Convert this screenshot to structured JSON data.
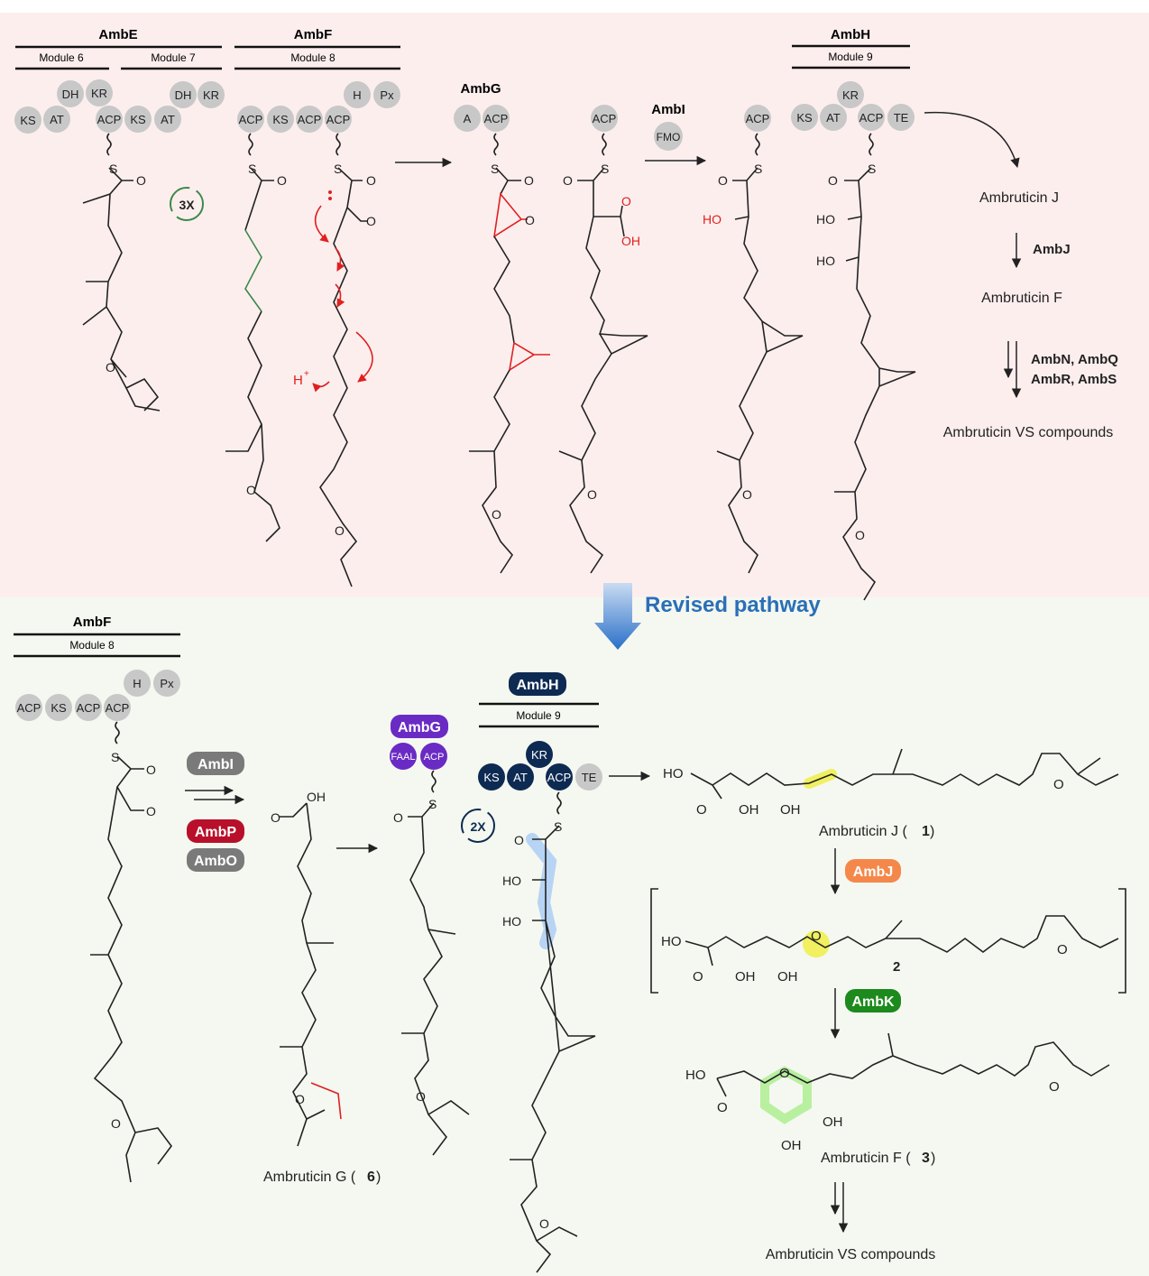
{
  "top": {
    "ambE": {
      "name": "AmbE",
      "module_a": "Module 6",
      "module_b": "Module 7"
    },
    "ambF": {
      "name": "AmbF",
      "module": "Module 8"
    },
    "ambH": {
      "name": "AmbH",
      "module": "Module 9"
    },
    "ambG": {
      "name": "AmbG"
    },
    "ambI": {
      "name": "AmbI",
      "badge": "FMO"
    },
    "iter": "3X",
    "proton": "H",
    "proton_charge": "+",
    "ambruticin_j": "Ambruticin J",
    "ambj": "AmbJ",
    "ambruticin_f": "Ambruticin F",
    "enzymes_line1": "AmbN, AmbQ",
    "enzymes_line2": "AmbR, AmbS",
    "vs": "Ambruticin VS compounds"
  },
  "revised": "Revised pathway",
  "bottom": {
    "ambF": {
      "name": "AmbF",
      "module": "Module 8"
    },
    "ambI": "AmbI",
    "ambP": "AmbP",
    "ambO": "AmbO",
    "ambG": "AmbG",
    "ambH": {
      "name": "AmbH",
      "module": "Module 9"
    },
    "iter": "2X",
    "amb_g_label": "Ambruticin G (",
    "amb_g_num": "6",
    "amb_j_label": "Ambruticin J (",
    "amb_j_num": "1",
    "ambJ": "AmbJ",
    "cmpd2": "2",
    "ambK": "AmbK",
    "amb_f_label": "Ambruticin F (",
    "amb_f_num": "3",
    "vs": "Ambruticin VS compounds"
  },
  "domains": {
    "DH": "DH",
    "KR": "KR",
    "KS": "KS",
    "AT": "AT",
    "ACP": "ACP",
    "H": "H",
    "Px": "Px",
    "A": "A",
    "TE": "TE",
    "FAAL": "FAAL"
  },
  "atoms": {
    "O": "O",
    "S": "S",
    "OH": "OH",
    "HO": "HO"
  },
  "colors": {
    "top_bg": "#fdeeee",
    "bottom_bg": "#f5f8f0",
    "domain_grey": "#c8c8c8",
    "navy": "#0d2a52",
    "purple": "#6a2bc4",
    "red": "#e02020",
    "green_dbl": "#3a8a4a",
    "ambI_grey": "#7a7a7a",
    "ambP_red": "#b8102a",
    "ambJ_orange": "#f4884a",
    "ambK_green": "#1c8a1c",
    "blue_text": "#2a6fb8",
    "highlight_yellow": "#f0f060",
    "highlight_green": "#b8f0a0",
    "highlight_blue": "#b8d4f4"
  }
}
